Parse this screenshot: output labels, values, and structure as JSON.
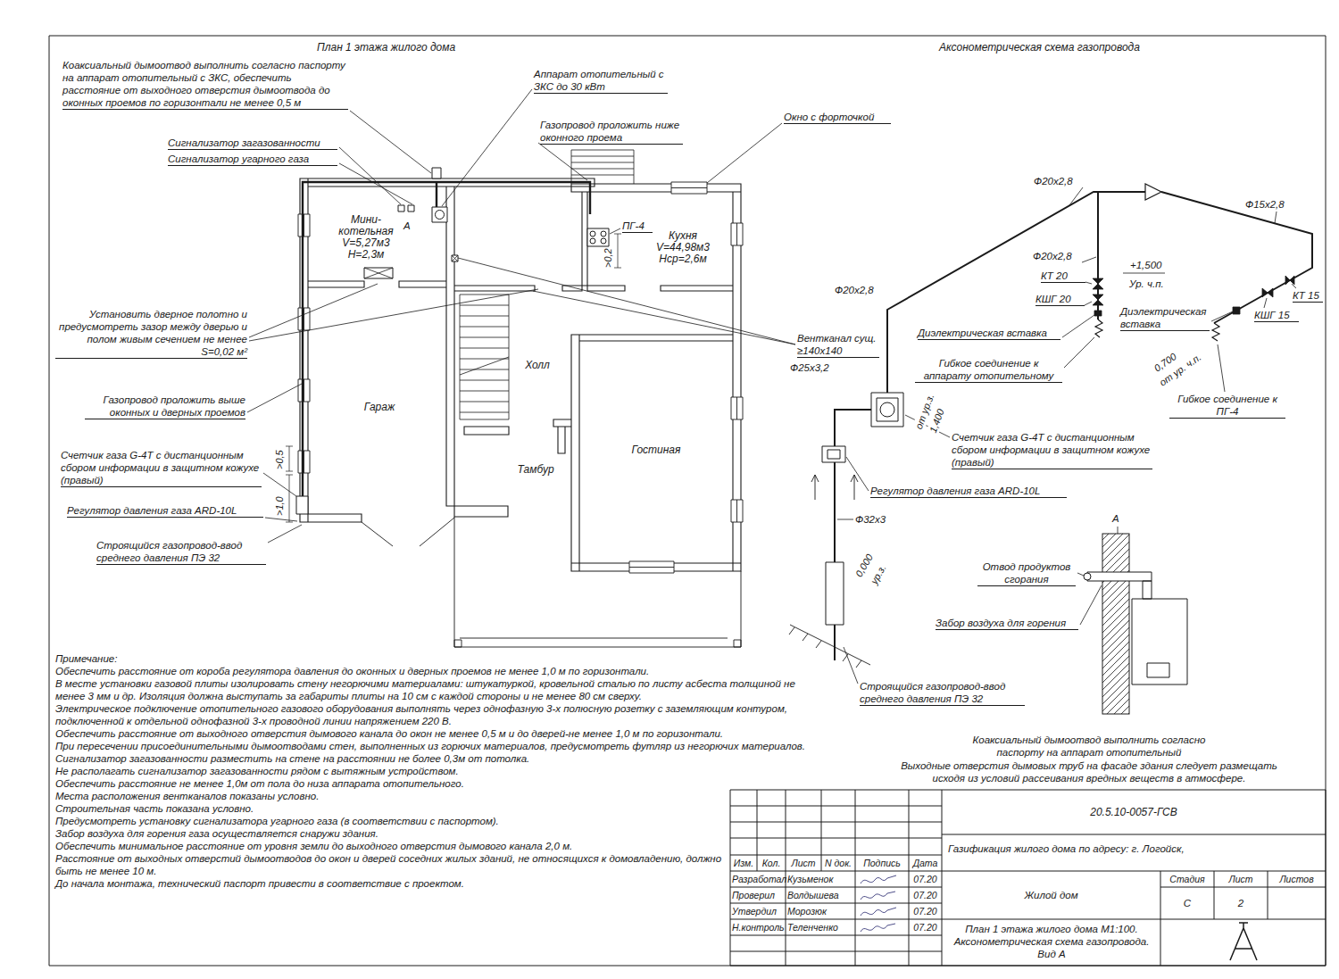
{
  "diagram": {
    "nodes": [
      {
        "text": [
          "Мини- котельная",
          "V=5,27м3 Н=2,3м"
        ]
      },
      {
        "text": [
          "Кухня",
          "V=44,98м3 Нср=2,6м"
        ]
      },
      {
        "text": [
          "Гараж"
        ]
      },
      {
        "text": [
          "Холл"
        ]
      },
      {
        "text": [
          "Тамбур"
        ]
      },
      {
        "text": [
          "Гостиная"
        ]
      }
    ],
    "labels": [
      "План 1 этажа жилого дома",
      "Коаксиальный дымоотвод выполнить согласно паспорту на аппарат отопительный с ЗКС, обеспечить расстояние от выходного отверстия дымоотвода до оконных проемов по горизонтали не менее 0,5 м",
      "Аппарат отопительный с ЗКС до 30 кВт",
      "Газопровод проложить ниже оконного проема",
      "Окно с форточкой",
      "Сигнализатор загазованности",
      "Сигнализатор угарного газа",
      "А",
      "ПГ-4",
      ">0,2",
      "Установить дверное полотно и предусмотреть зазор между дверью и полом живым сечением не менее S=0,02 м²",
      "Вентканал сущ. ≥140х140",
      "Газопровод проложить выше оконных и дверных проемов",
      "Счетчик газа G-4Т с дистанционным сбором информации в защитном кожухе (правый)",
      ">0,5",
      ">1,0",
      "Регулятор давления газа ARD-10L",
      "Строящийся газопровод-ввод среднего давления ПЭ 32",
      "Аксонометрическая схема газопровода",
      "Ф20х2,8",
      "Ф15х2,8",
      "Ф20х2,8",
      "КТ 20",
      "КШГ 20",
      "+1,500",
      "Ур. ч.п.",
      "Диэлектрическая вставка",
      "Диэлектрическая вставка",
      "КТ 15",
      "КШГ 15",
      "Ф20х2,8",
      "Гибкое соединение к аппарату отопительному",
      "0,700",
      "от ур. ч.п.",
      "Гибкое соединение к ПГ-4",
      "Ф25х3,2",
      "от ур.з.",
      "1,400",
      "Счетчик газа G-4Т с дистанционным сбором информации в защитном кожухе (правый)",
      "Регулятор давления газа ARD-10L",
      "Ф32х3",
      "0,000",
      "ур.з.",
      "Строящийся газопровод-ввод среднего давления ПЭ 32",
      "А",
      "Отвод продуктов сгорания",
      "Забор воздуха для горения",
      "Коаксиальный дымоотвод выполнить согласно паспорту на аппарат отопительный",
      "Выходные отверстия дымовых труб на фасаде здания следует размещать исходя из условий рассеивания вредных веществ в атмосфере.",
      "Примечание:",
      "Обеспечить расстояние от короба регулятора давления до оконных и дверных проемов не менее 1,0 м по горизонтали.",
      "В месте установки газовой плиты изолировать стену негорючими материалами: штукатуркой, кровельной сталью по листу асбеста толщиной не менее 3 мм и др. Изоляция должна выступать за габариты плиты на 10 см с каждой стороны и не менее 80 см сверху.",
      "Электрическое подключение отопительного газового оборудования выполнять через однофазную 3-х полюсную розетку с заземляющим контуром, подключенной к отдельной однофазной 3-х проводной линии напряжением 220 В.",
      "Обеспечить расстояние от выходного отверстия дымового канала до окон не менее 0,5 м и до дверей-не менее 1,0 м по горизонтали.",
      "При пересечении присоединительными дымоотводами стен, выполненных из горючих материалов, предусмотреть футляр из негорючих материалов.",
      "Сигнализатор загазованности разместить на стене на расстоянии не более 0,3м от потолка.",
      "Не располагать сигнализатор загазованности рядом с вытяжным устройством.",
      "Обеспечить расстояние не менее 1,0м от пола до низа аппарата отопительного.",
      "Места расположения вентканалов показаны условно.",
      "Строительная часть показана условно.",
      "Предусмотреть установку сигнализатора угарного газа (в соответствии с паспортом).",
      "Забор воздуха для горения газа осуществляется снаружи здания.",
      "Обеспечить минимальное расстояние от уровня земли до выходного отверстия дымового канала 2,0 м.",
      "Расстояние от выходных отверстий дымоотводов до окон и дверей соседних жилых зданий, не относящихся к домовладению, должно быть не менее 10 м.",
      "До начала монтажа, технический паспорт привести в соответствие с проектом.",
      "20.5.10-0057-ГСВ",
      "Газификация жилого дома по адресу: г. Логойск,",
      "Изм.",
      "Кол.",
      "Лист",
      "N док.",
      "Подпись",
      "Дата",
      "Разработал",
      "Кузьменок",
      "07.20",
      "Проверил",
      "Волдышева",
      "07.20",
      "Утвердил",
      "Морозюк",
      "07.20",
      "Н.контроль",
      "Теленченко",
      "07.20",
      "Жилой дом",
      "Стадия",
      "Лист",
      "Листов",
      "С",
      "2",
      "План 1 этажа жилого дома М1:100. Аксонометрическая схема газопровода. Вид А"
    ]
  }
}
